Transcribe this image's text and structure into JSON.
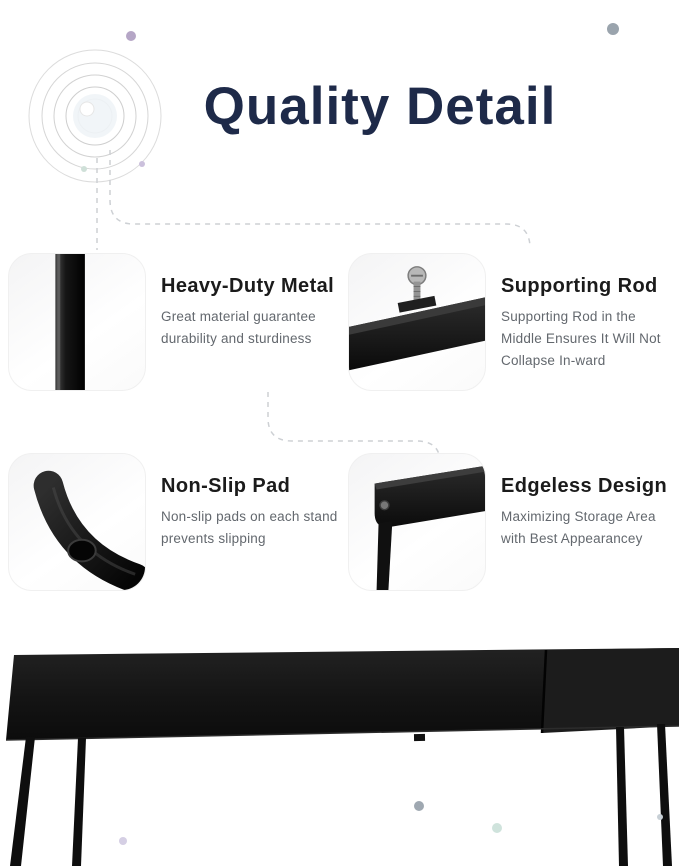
{
  "page": {
    "title": "Quality Detail"
  },
  "features": [
    {
      "id": "heavy-duty-metal",
      "title": "Heavy-Duty Metal",
      "description": "Great material guarantee durability and sturdiness",
      "image": "metal-leg-photo"
    },
    {
      "id": "supporting-rod",
      "title": "Supporting Rod",
      "description": "Supporting Rod in the Middle Ensures It Will Not Collapse In-ward",
      "image": "supporting-rod-photo"
    },
    {
      "id": "non-slip-pad",
      "title": "Non-Slip Pad",
      "description": "Non-slip pads on each stand prevents slipping",
      "image": "non-slip-pad-photo"
    },
    {
      "id": "edgeless-design",
      "title": "Edgeless Design",
      "description": "Maximizing Storage Area with Best Appearancey",
      "image": "table-corner-photo"
    }
  ],
  "colors": {
    "title": "#1e2a49",
    "feature_title": "#1b1b1b",
    "feature_description": "#63686e",
    "product_black": "#141414",
    "connector_gray": "#cdd0d4"
  }
}
